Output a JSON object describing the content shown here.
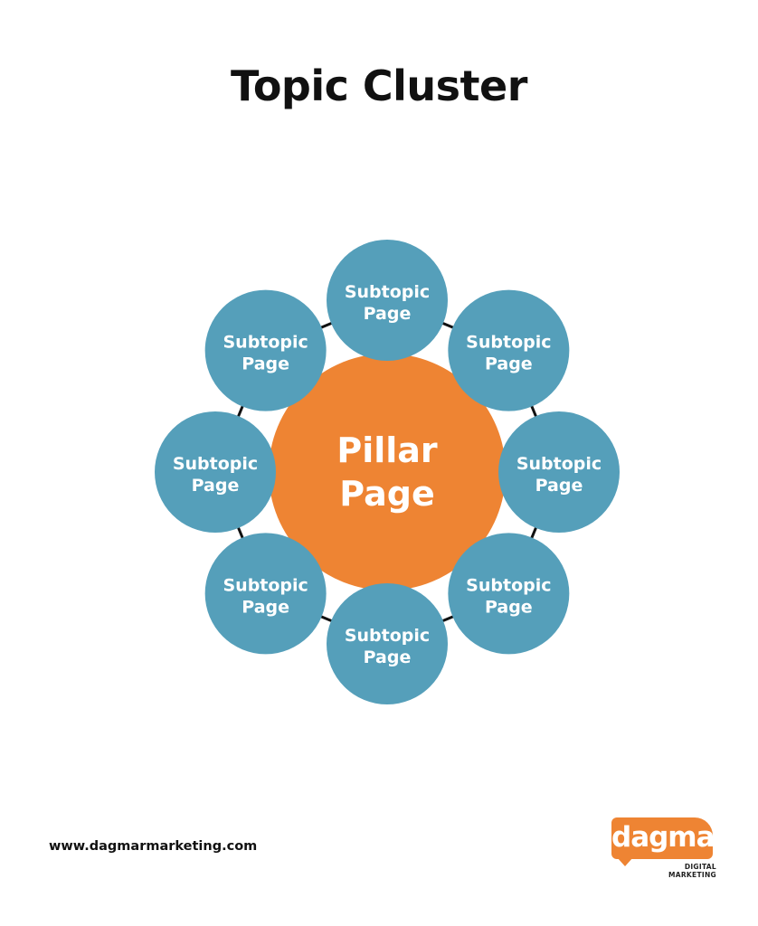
{
  "title": "Topic Cluster",
  "colors": {
    "pillar": "#ee8433",
    "subtopic": "#559fba",
    "connector": "#111111",
    "logo": "#ee8433"
  },
  "pillar": {
    "line1": "Pillar",
    "line2": "Page"
  },
  "subtopics": [
    {
      "line1": "Subtopic",
      "line2": "Page"
    },
    {
      "line1": "Subtopic",
      "line2": "Page"
    },
    {
      "line1": "Subtopic",
      "line2": "Page"
    },
    {
      "line1": "Subtopic",
      "line2": "Page"
    },
    {
      "line1": "Subtopic",
      "line2": "Page"
    },
    {
      "line1": "Subtopic",
      "line2": "Page"
    },
    {
      "line1": "Subtopic",
      "line2": "Page"
    },
    {
      "line1": "Subtopic",
      "line2": "Page"
    }
  ],
  "footer": {
    "url": "www.dagmarmarketing.com",
    "logo_word": "dagmar",
    "logo_tagline": "DIGITAL MARKETING"
  }
}
